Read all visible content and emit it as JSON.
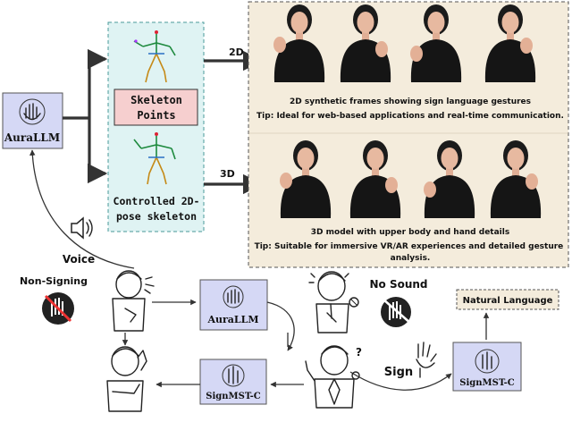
{
  "top": {
    "aura_label": "AuraLLM",
    "skeleton_points": "Skeleton\nPoints",
    "controlled_pose": "Controlled 2D-\npose skeleton",
    "label_2d": "2D",
    "label_3d": "3D",
    "caption_2d": "2D synthetic frames showing sign language gestures",
    "tip_2d": "Tip: Ideal for web-based applications and real-time communication.",
    "caption_3d": "3D model with upper body and hand details",
    "tip_3d": "Tip: Suitable for immersive VR/AR experiences and detailed gesture analysis.",
    "colors": {
      "aura_fill": "#d5d8f5",
      "skeleton_panel_fill": "#dff3f3",
      "skeleton_points_fill": "#f6cfcf",
      "frames_panel_fill": "#f4ecdc",
      "natural_lang_fill": "#f4ecdc"
    }
  },
  "bottom": {
    "voice": "Voice",
    "non_signing": "Non-Signing",
    "no_sound": "No Sound",
    "sign": "Sign",
    "natural_language": "Natural Language",
    "aura_label": "AuraLLM",
    "signmst_left": "SignMST-C",
    "signmst_right": "SignMST-C"
  }
}
